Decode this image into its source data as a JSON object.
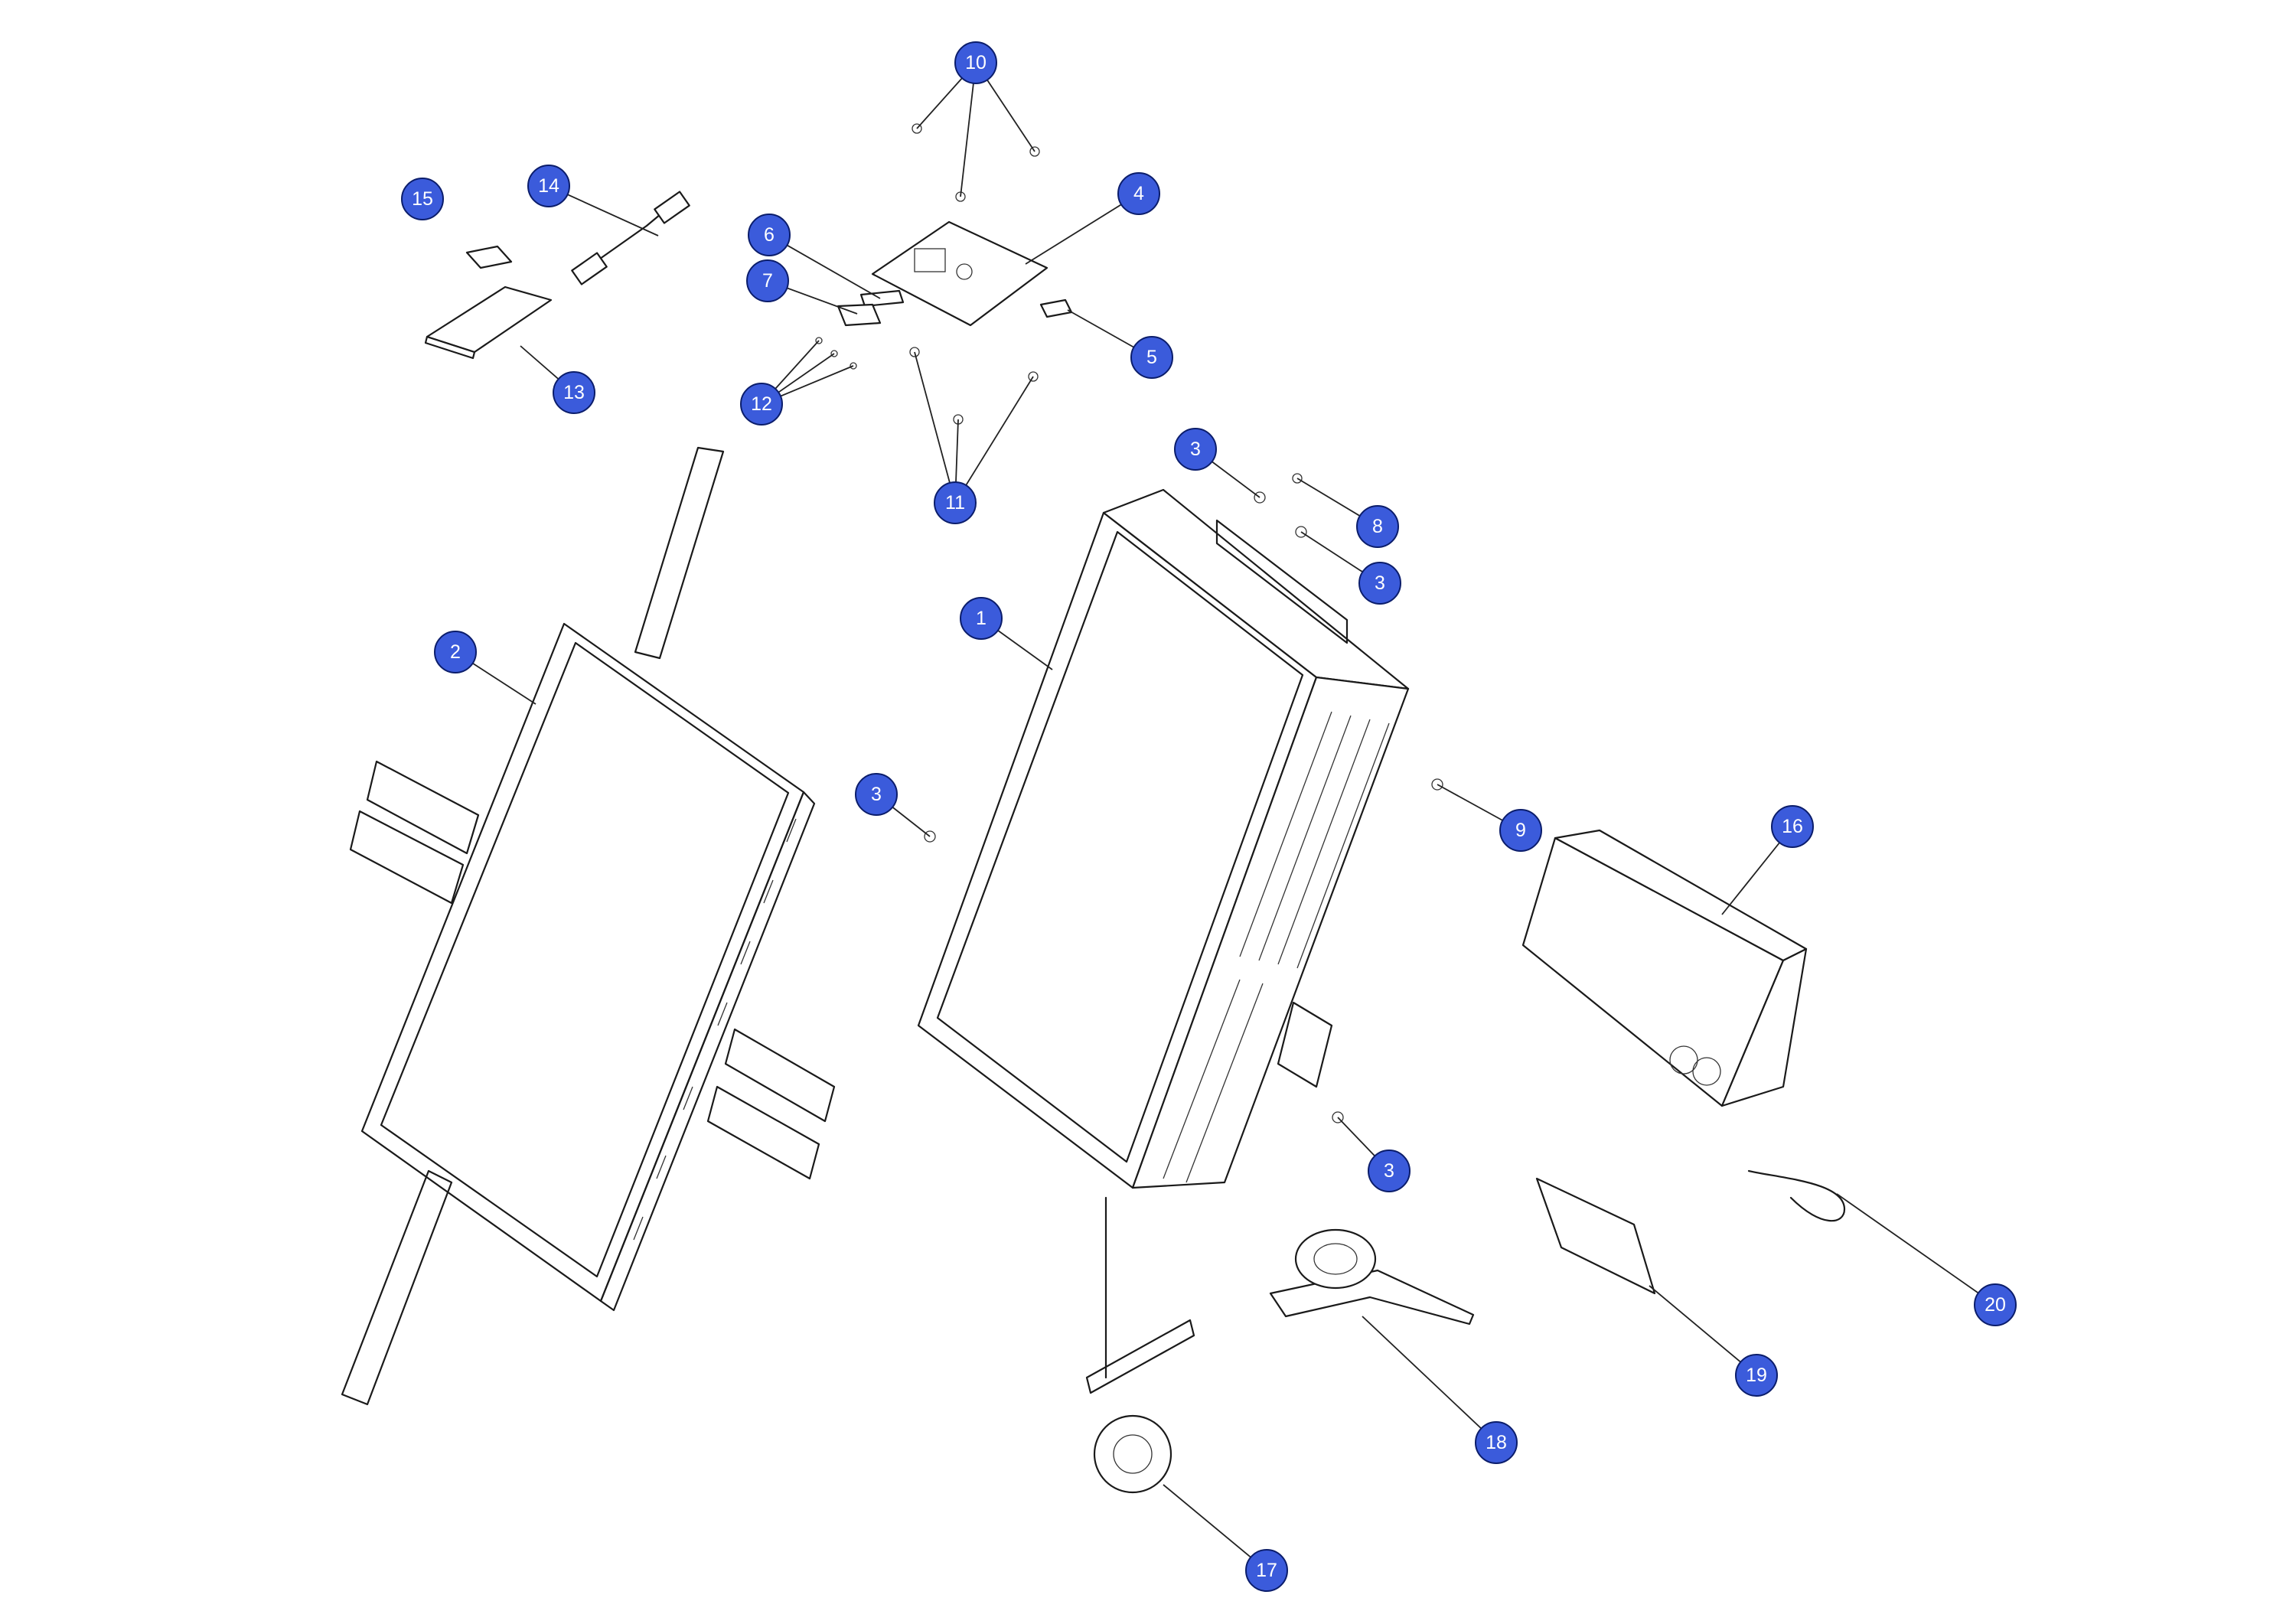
{
  "diagram": {
    "type": "exploded-parts-view",
    "callout_color": "#3b5bdb",
    "callouts": [
      {
        "label": "10"
      },
      {
        "label": "15"
      },
      {
        "label": "14"
      },
      {
        "label": "4"
      },
      {
        "label": "6"
      },
      {
        "label": "7"
      },
      {
        "label": "5"
      },
      {
        "label": "13"
      },
      {
        "label": "12"
      },
      {
        "label": "3"
      },
      {
        "label": "11"
      },
      {
        "label": "8"
      },
      {
        "label": "3"
      },
      {
        "label": "2"
      },
      {
        "label": "1"
      },
      {
        "label": "3"
      },
      {
        "label": "9"
      },
      {
        "label": "16"
      },
      {
        "label": "3"
      },
      {
        "label": "20"
      },
      {
        "label": "19"
      },
      {
        "label": "18"
      },
      {
        "label": "17"
      }
    ]
  }
}
